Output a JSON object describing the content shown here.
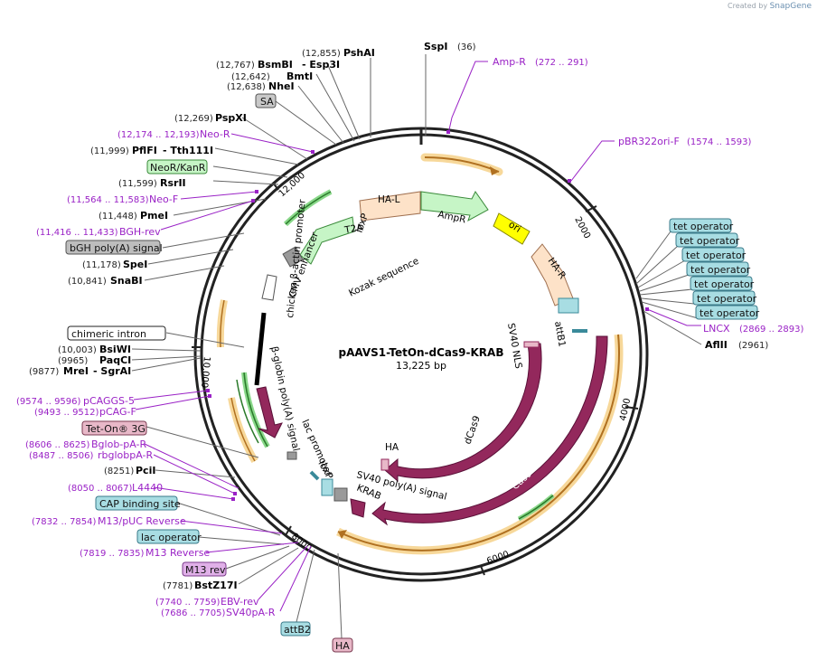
{
  "credit": {
    "prefix": "Created by",
    "brand": "SnapGene"
  },
  "plasmid": {
    "name": "pAAVS1-TetOn-dCas9-KRAB",
    "size": "13,225 bp"
  },
  "ticks": [
    "2000",
    "4000",
    "6000",
    "8000",
    "10,000",
    "12,000"
  ],
  "enzymes": [
    {
      "pos": "(36)",
      "name": "SspI"
    },
    {
      "pos": "(2961)",
      "name": "AflII"
    },
    {
      "pos": "(7781)",
      "name": "BstZ17I"
    },
    {
      "pos": "(8251)",
      "name": "PciI"
    },
    {
      "pos": "(9877)",
      "name": "MreI",
      "name2": "- SgrAI"
    },
    {
      "pos": "(9965)",
      "name": "PaqCI"
    },
    {
      "pos": "(10,003)",
      "name": "BsiWI"
    },
    {
      "pos": "(10,841)",
      "name": "SnaBI"
    },
    {
      "pos": "(11,178)",
      "name": "SpeI"
    },
    {
      "pos": "(11,448)",
      "name": "PmeI"
    },
    {
      "pos": "(11,599)",
      "name": "RsrII"
    },
    {
      "pos": "(11,999)",
      "name": "PflFI",
      "name2": "- Tth111I"
    },
    {
      "pos": "(12,269)",
      "name": "PspXI"
    },
    {
      "pos": "(12,638)",
      "name": "NheI"
    },
    {
      "pos": "(12,642)",
      "name": "BmtI"
    },
    {
      "pos": "(12,767)",
      "name": "BsmBI",
      "name2": "- Esp3I"
    },
    {
      "pos": "(12,855)",
      "name": "PshAI"
    }
  ],
  "primers": [
    {
      "name": "Amp-R",
      "pos": "(272 .. 291)"
    },
    {
      "name": "pBR322ori-F",
      "pos": "(1574 .. 1593)"
    },
    {
      "name": "LNCX",
      "pos": "(2869 .. 2893)"
    },
    {
      "name": "SV40pA-R",
      "pos": "(7686 .. 7705)"
    },
    {
      "name": "EBV-rev",
      "pos": "(7740 .. 7759)"
    },
    {
      "name": "M13 Reverse",
      "pos": "(7819 .. 7835)"
    },
    {
      "name": "M13/pUC Reverse",
      "pos": "(7832 .. 7854)"
    },
    {
      "name": "L4440",
      "pos": "(8050 .. 8067)"
    },
    {
      "name": "rbglobpA-R",
      "pos": "(8487 .. 8506)"
    },
    {
      "name": "Bglob-pA-R",
      "pos": "(8606 .. 8625)"
    },
    {
      "name": "pCAG-F",
      "pos": "(9493 .. 9512)"
    },
    {
      "name": "pCAGGS-5",
      "pos": "(9574 .. 9596)"
    },
    {
      "name": "BGH-rev",
      "pos": "(11,416 .. 11,433)"
    },
    {
      "name": "Neo-F",
      "pos": "(11,564 .. 11,583)"
    },
    {
      "name": "Neo-R",
      "pos": "(12,174 .. 12,193)"
    }
  ],
  "boxed_features": [
    {
      "name": "SA",
      "color": "#c8c8c8"
    },
    {
      "name": "NeoR/KanR",
      "color": "#c6f5c6"
    },
    {
      "name": "bGH poly(A) signal",
      "color": "#bdbdbd"
    },
    {
      "name": "chimeric intron",
      "color": "#ffffff"
    },
    {
      "name": "Tet-On® 3G",
      "color": "#e8b8c8"
    },
    {
      "name": "CAP binding site",
      "color": "#a8dde3"
    },
    {
      "name": "lac operator",
      "color": "#a8dde3"
    },
    {
      "name": "M13 rev",
      "color": "#e0b0e8"
    },
    {
      "name": "attB2",
      "color": "#a8dde3"
    },
    {
      "name": "HA",
      "color": "#e8b8c8"
    },
    {
      "name": "tet operator",
      "color": "#a8dde3"
    },
    {
      "name": "tet operator",
      "color": "#a8dde3"
    },
    {
      "name": "tet operator",
      "color": "#a8dde3"
    },
    {
      "name": "tet operator",
      "color": "#a8dde3"
    },
    {
      "name": "tet operator",
      "color": "#a8dde3"
    },
    {
      "name": "tet operator",
      "color": "#a8dde3"
    },
    {
      "name": "tet operator",
      "color": "#a8dde3"
    }
  ],
  "inner_labels": [
    "HA-L",
    "AmpR",
    "ori",
    "HA-R",
    "attB1",
    "SV40 NLS",
    "dCas9",
    "Cas9",
    "HA",
    "SV40 poly(A) signal",
    "KRAB",
    "loxP",
    "lac promoter",
    "β-globin poly(A) signal",
    "chicken β-actin promoter",
    "CMV enhancer",
    "Kozak sequence",
    "T2A",
    "loxP"
  ],
  "colors": {
    "backbone": "#222222",
    "primer": "#9a22c6",
    "cas9": "#93285c",
    "ampr": "#c6f5c6",
    "homology": "#fde2c8",
    "ori": "#ffff00",
    "orf": "#f0c070",
    "tet": "#a8dde3"
  }
}
